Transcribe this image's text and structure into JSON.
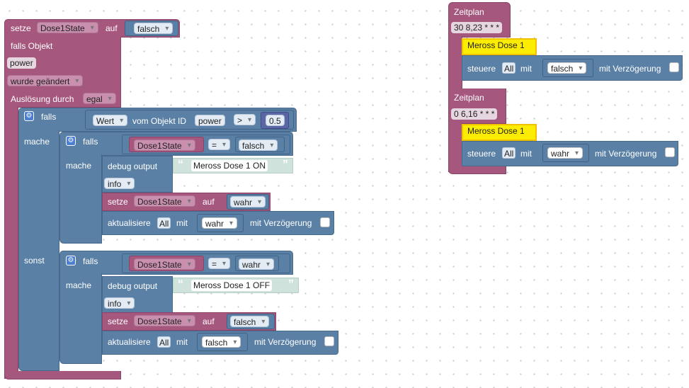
{
  "main": {
    "setze1": {
      "label": "setze",
      "var": "Dose1State",
      "auf": "auf",
      "value": "falsch"
    },
    "trigger": {
      "falls_objekt": "falls Objekt",
      "object": "power",
      "condition": "wurde geändert",
      "ausloesung": "Auslösung durch",
      "ausloesung_value": "egal"
    },
    "if1": {
      "falls": "falls",
      "wert": "Wert",
      "vom_objekt": "vom Objekt ID",
      "object": "power",
      "op": ">",
      "number": "0.5",
      "mache": "mache",
      "sonst": "sonst"
    },
    "if_on": {
      "falls": "falls",
      "var": "Dose1State",
      "op": "=",
      "value": "falsch",
      "mache": "mache",
      "debug": "debug output",
      "message": "Meross Dose 1 ON",
      "level": "info",
      "setze": "setze",
      "set_var": "Dose1State",
      "auf": "auf",
      "set_value": "wahr",
      "aktualisiere": "aktualisiere",
      "all": "All",
      "mit": "mit",
      "update_value": "wahr",
      "verzoegerung": "mit Verzögerung"
    },
    "if_off": {
      "falls": "falls",
      "var": "Dose1State",
      "op": "=",
      "value": "wahr",
      "mache": "mache",
      "debug": "debug output",
      "message": "Meross Dose 1 OFF",
      "level": "info",
      "setze": "setze",
      "set_var": "Dose1State",
      "auf": "auf",
      "set_value": "falsch",
      "aktualisiere": "aktualisiere",
      "all": "All",
      "mit": "mit",
      "update_value": "falsch",
      "verzoegerung": "mit Verzögerung"
    }
  },
  "schedules": [
    {
      "label": "Zeitplan",
      "cron": "30 8,23 * * *",
      "device": "Meross Dose 1",
      "steuere": "steuere",
      "all": "All",
      "mit": "mit",
      "value": "falsch",
      "verzoegerung": "mit Verzögerung"
    },
    {
      "label": "Zeitplan",
      "cron": "0 6,16 * * *",
      "device": "Meross Dose 1",
      "steuere": "steuere",
      "all": "All",
      "mit": "mit",
      "value": "wahr",
      "verzoegerung": "mit Verzögerung"
    }
  ]
}
